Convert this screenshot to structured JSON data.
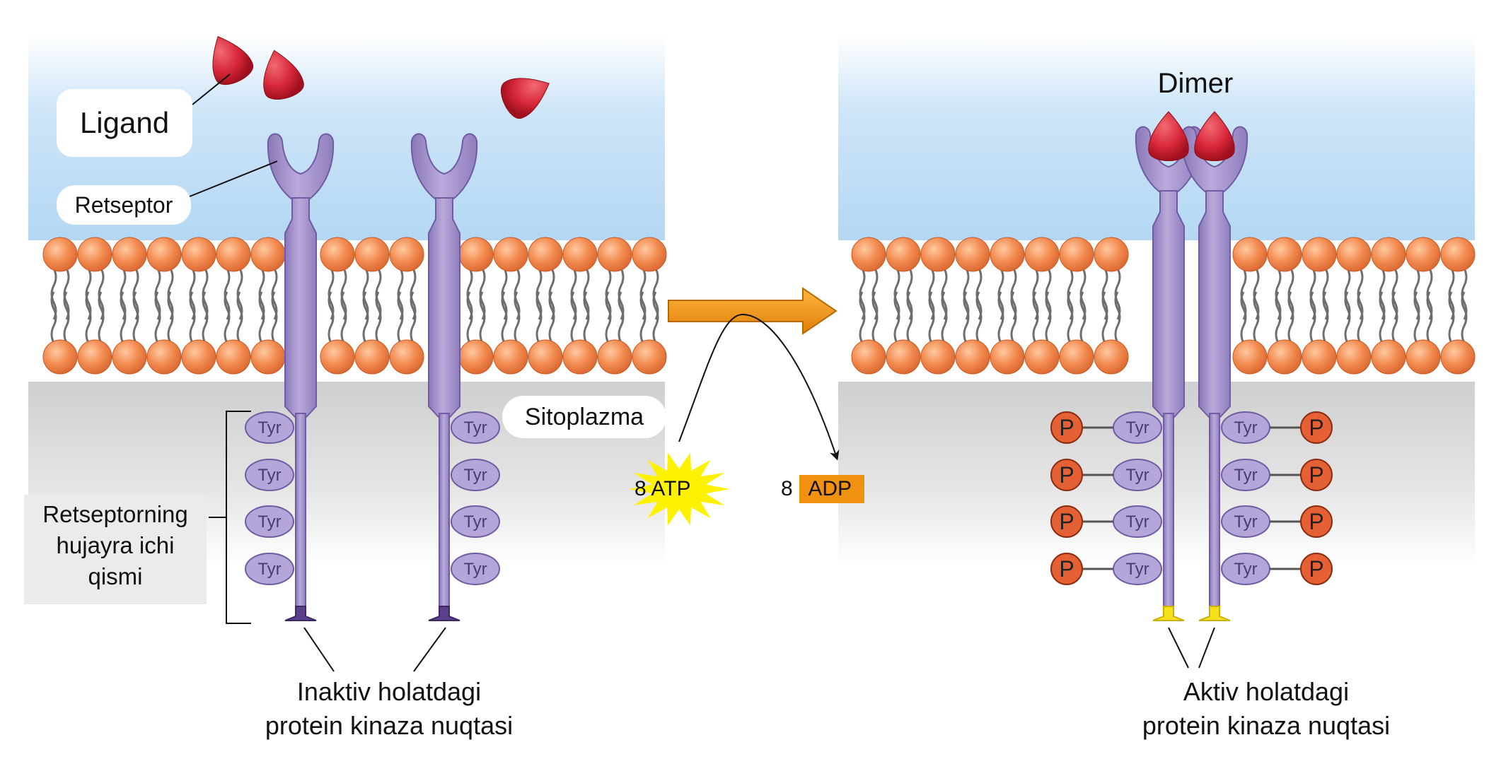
{
  "labels": {
    "ligand": "Ligand",
    "receptor": "Retseptor",
    "cytoplasm": "Sitoplazma",
    "intracellular_part": [
      "Retseptorning",
      "hujayra ichi",
      "qismi"
    ],
    "inactive_site": [
      "Inaktiv holatdagi",
      "protein kinaza nuqtasi"
    ],
    "active_site": [
      "Aktiv holatdagi",
      "protein kinaza nuqtasi"
    ],
    "dimer": "Dimer"
  },
  "reaction": {
    "atp": "8 ATP",
    "adp": "8 ADP",
    "atp_count": "8",
    "atp_name": "ATP",
    "adp_count": "8",
    "adp_name": "ADP"
  },
  "residue_label": "Tyr",
  "phosphate_label": "P",
  "colors": {
    "extracellular_blue": "#bcdcf4",
    "cytoplasm_gray": "#dcdcdc",
    "phospholipid_head": "#f2894f",
    "receptor_purple": "#a494c8",
    "ligand_red": "#d8283a",
    "phosphate_orange": "#e56034",
    "arrow_orange": "#f0920f",
    "atp_star_yellow": "#fff200",
    "kinase_yellow": "#f7e11a"
  }
}
